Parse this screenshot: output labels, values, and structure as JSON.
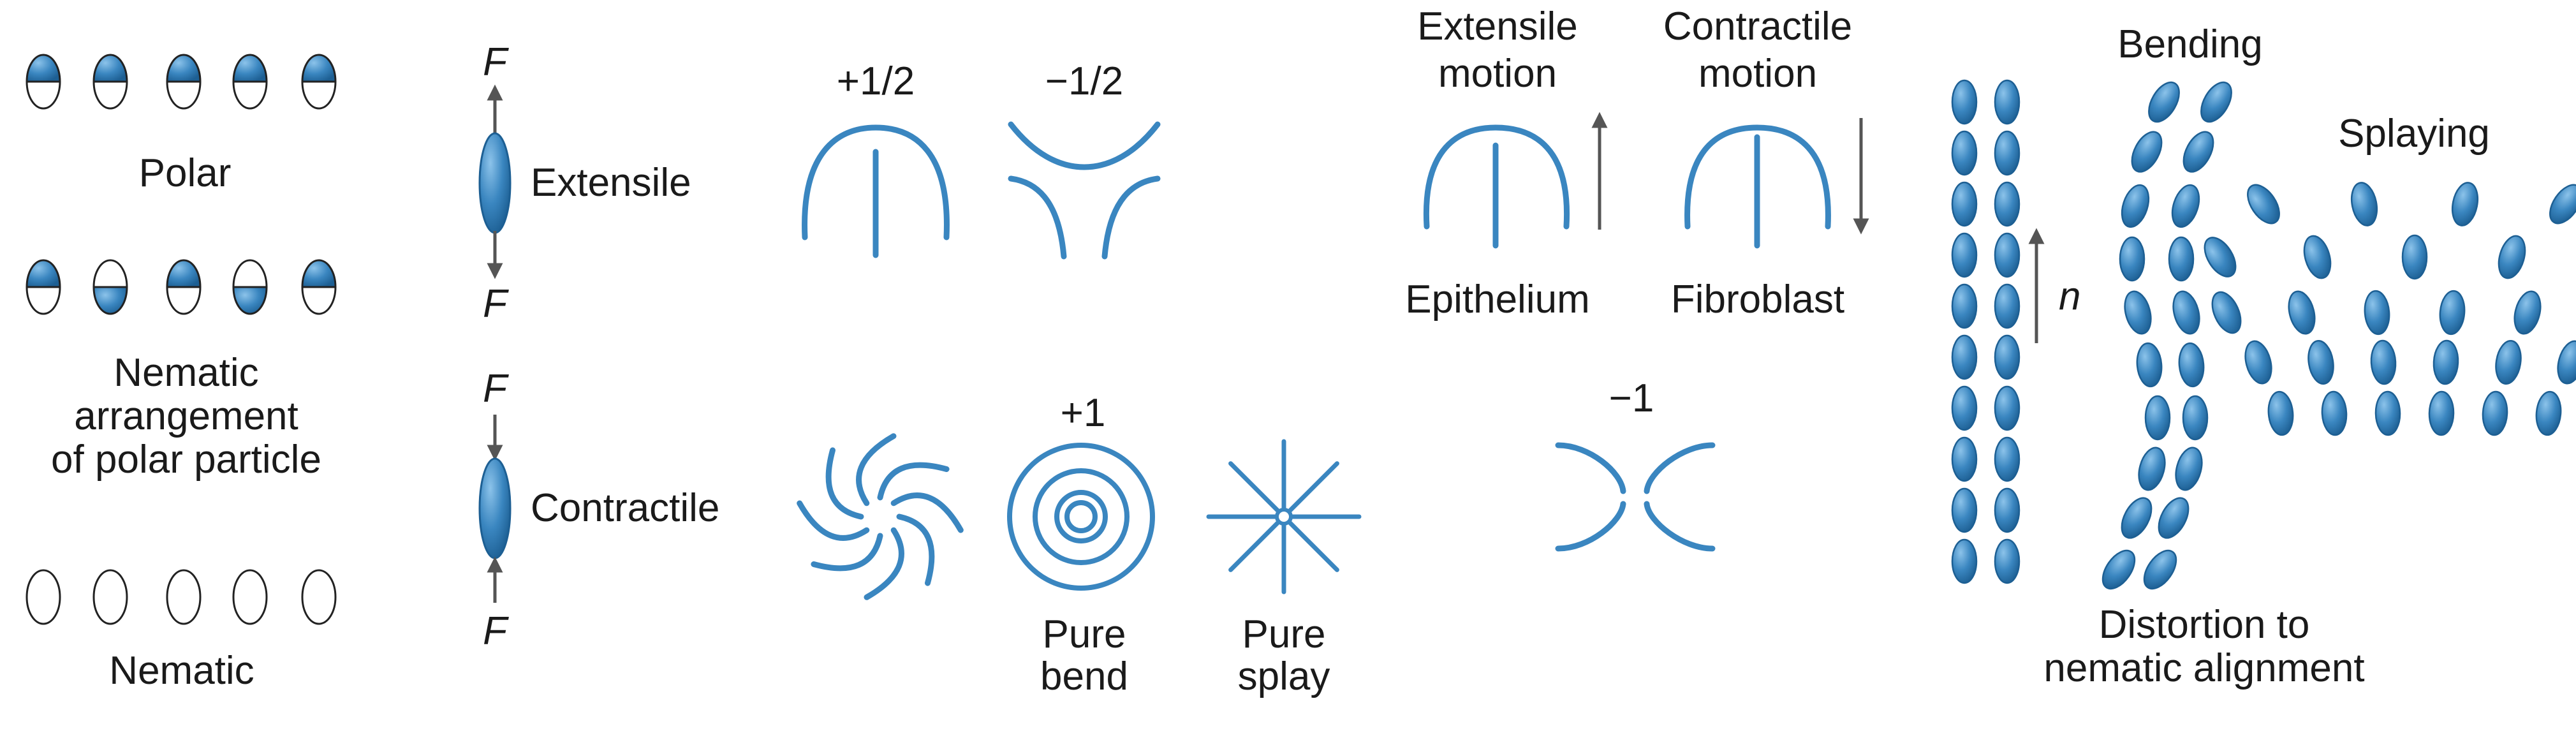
{
  "colors": {
    "accent": "#3a86c0",
    "accent_dark": "#1d5f93",
    "ink": "#1a1a1a",
    "arrow": "#555555"
  },
  "panel_particles": {
    "polar_label": "Polar",
    "nematic_polar_label": "Nematic\narrangement\nof polar particle",
    "nematic_label": "Nematic"
  },
  "panel_force": {
    "force_symbol": "F",
    "extensile_label": "Extensile",
    "contractile_label": "Contractile"
  },
  "panel_defects": {
    "plus_half": "+1/2",
    "minus_half": "−1/2",
    "plus_one": "+1",
    "minus_one": "−1",
    "pure_bend": "Pure\nbend",
    "pure_splay": "Pure\nsplay"
  },
  "panel_motion": {
    "extensile_motion": "Extensile\nmotion",
    "contractile_motion": "Contractile\nmotion",
    "epithelium": "Epithelium",
    "fibroblast": "Fibroblast"
  },
  "panel_distortion": {
    "bending": "Bending",
    "splaying": "Splaying",
    "director": "n",
    "caption": "Distortion to\nnematic alignment"
  }
}
